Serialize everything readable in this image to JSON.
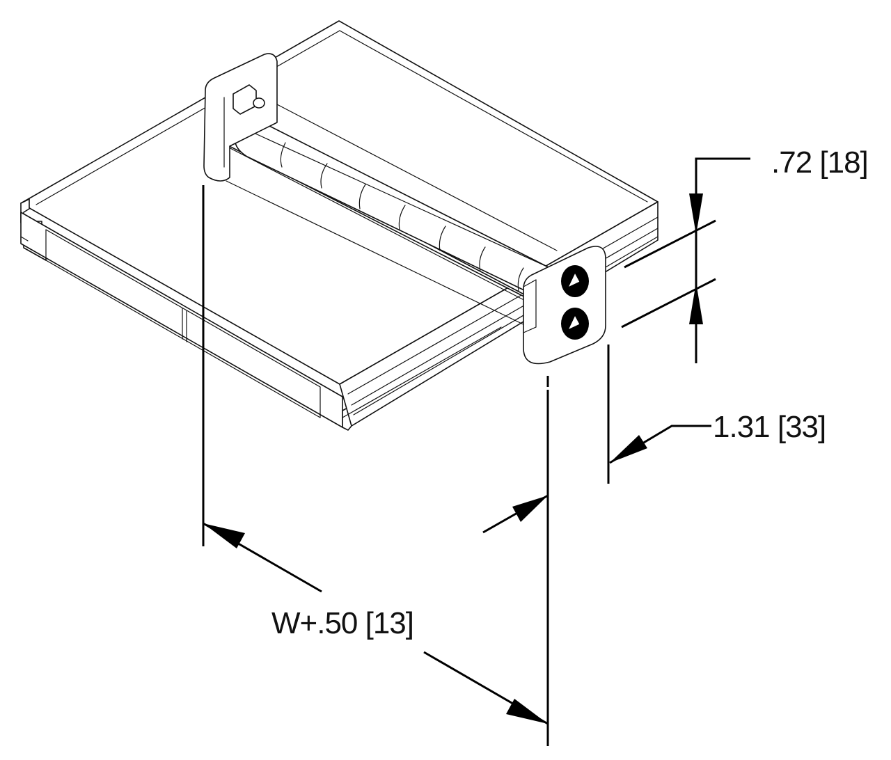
{
  "dimensions": {
    "height_label": ".72 [18]",
    "offset_label": "1.31 [33]",
    "width_label": "W+.50 [13]"
  },
  "icons": {
    "roller": "helical-roller-icon",
    "end_plate": "end-plate-icon"
  },
  "colors": {
    "line": "#111111",
    "background": "#ffffff"
  }
}
